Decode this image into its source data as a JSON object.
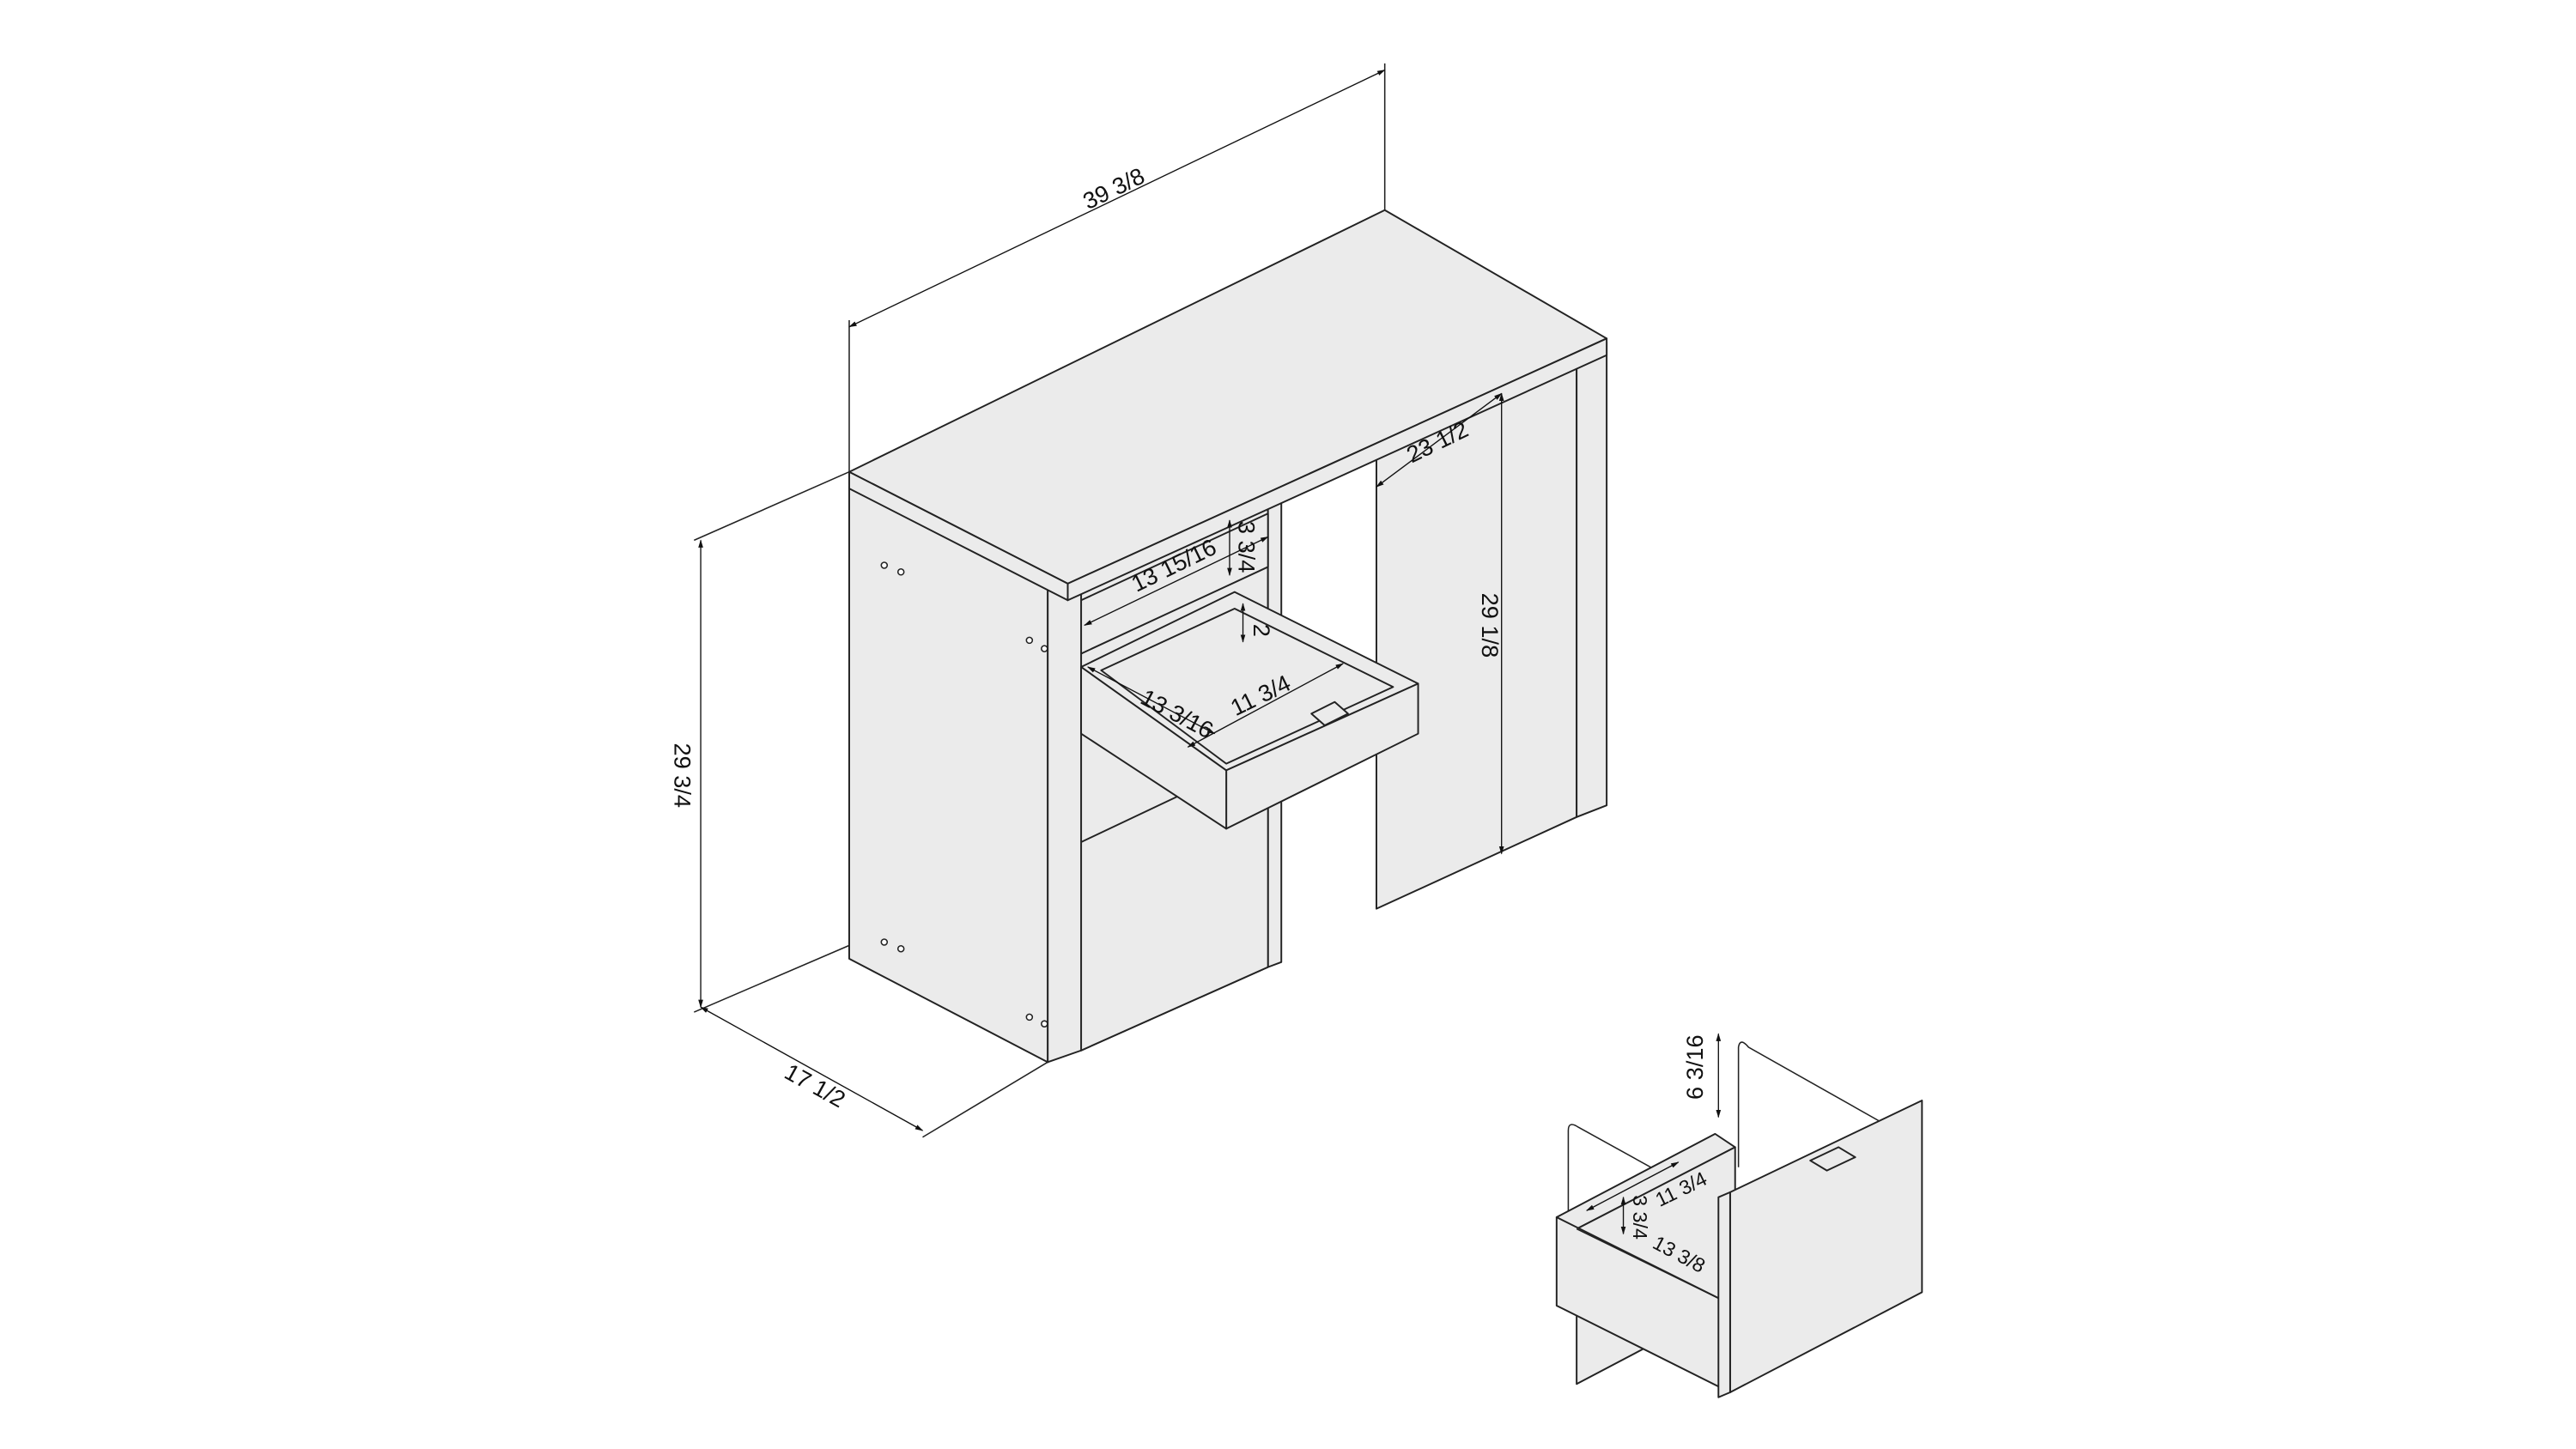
{
  "diagram": {
    "title": "Desk dimension drawing",
    "dimensions": {
      "overall_width": "39 3/8",
      "overall_height": "29 3/4",
      "overall_depth": "17 1/2",
      "knee_space_width": "23 1/2",
      "knee_space_height": "29 1/8",
      "shelf_width": "13 15/16",
      "shelf_opening_height": "3 3/4",
      "drawer_inner_height": "2",
      "drawer_inner_depth": "13 3/16",
      "drawer_inner_width": "11 3/4",
      "file_drawer_rail_height": "6 3/16",
      "file_drawer_inner_height": "3 3/4",
      "file_drawer_inner_width": "11 3/4",
      "file_drawer_inner_depth": "13 3/8"
    }
  }
}
